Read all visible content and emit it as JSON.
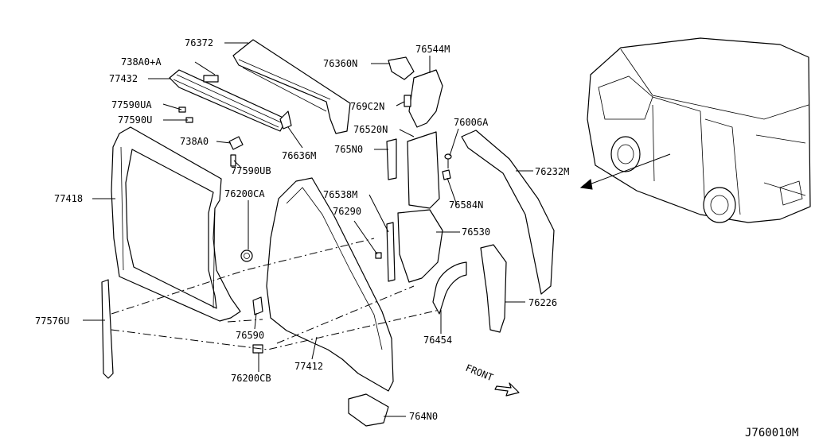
{
  "diagram": {
    "labels": {
      "p76372": "76372",
      "p738A0A": "738A0+A",
      "p77432": "77432",
      "p77590UA": "77590UA",
      "p77590U": "77590U",
      "p738A0": "738A0",
      "p77590UB": "77590UB",
      "p76636M": "76636M",
      "p77418": "77418",
      "p76200CA": "76200CA",
      "p77576U": "77576U",
      "p76590": "76590",
      "p76200CB": "76200CB",
      "p77412": "77412",
      "p764N0": "764N0",
      "p76360N": "76360N",
      "p76544M": "76544M",
      "p769C2N": "769C2N",
      "p76520N": "76520N",
      "p76006A": "76006A",
      "p765N0": "765N0",
      "p76538M": "76538M",
      "p76290": "76290",
      "p76584N": "76584N",
      "p76530": "76530",
      "p76232M": "76232M",
      "p76226": "76226",
      "p76454": "76454"
    },
    "front_label": "FRONT",
    "diagram_code": "J760010M"
  }
}
